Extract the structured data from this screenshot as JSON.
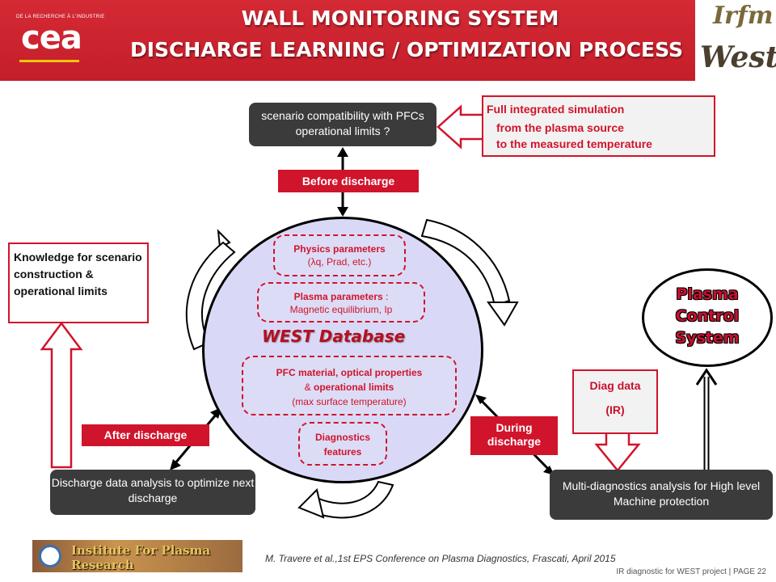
{
  "header": {
    "title_line1": "WALL MONITORING SYSTEM",
    "title_line2": "DISCHARGE LEARNING / OPTIMIZATION PROCESS",
    "cea_tagline": "DE LA RECHERCHE À L'INDUSTRIE",
    "cea_logo": "cea",
    "irfm_logo": "Irfm",
    "west_logo": "West"
  },
  "diagram": {
    "scenario_box": "scenario compatibility with PFCs operational limits ?",
    "full_sim_lines": [
      "Full integrated simulation",
      "from the plasma source",
      "to the measured temperature"
    ],
    "before_discharge": "Before discharge",
    "knowledge_box": "Knowledge for scenario construction & operational limits",
    "database_title": "WEST Database",
    "physics_params_title": "Physics parameters",
    "physics_params_detail": "(λq, Prad, etc.)",
    "plasma_params_title": "Plasma parameters",
    "plasma_params_colon": " :",
    "plasma_params_detail": "Magnetic equilibrium, Ip",
    "pfc_line1": "PFC material, optical properties",
    "pfc_amp": "& ",
    "pfc_line2": "operational limits",
    "pfc_line3": "(max surface temperature)",
    "diagnostics_features": "Diagnostics features",
    "after_discharge": "After discharge",
    "during_discharge": "During discharge",
    "discharge_analysis_box": "Discharge data analysis to optimize next discharge",
    "multi_diag_box": "Multi-diagnostics analysis for High level Machine protection",
    "plasma_control": [
      "Plasma",
      "Control",
      "System"
    ],
    "diag_data_line1": "Diag data",
    "diag_data_line2": "(IR)"
  },
  "footer": {
    "ipr_logo_text": "Institute For Plasma Research",
    "citation": "M. Travere et al.,1st EPS Conference on Plasma Diagnostics, Frascati, April  2015",
    "page_label": "IR diagnostic for WEST project   | PAGE 22"
  }
}
